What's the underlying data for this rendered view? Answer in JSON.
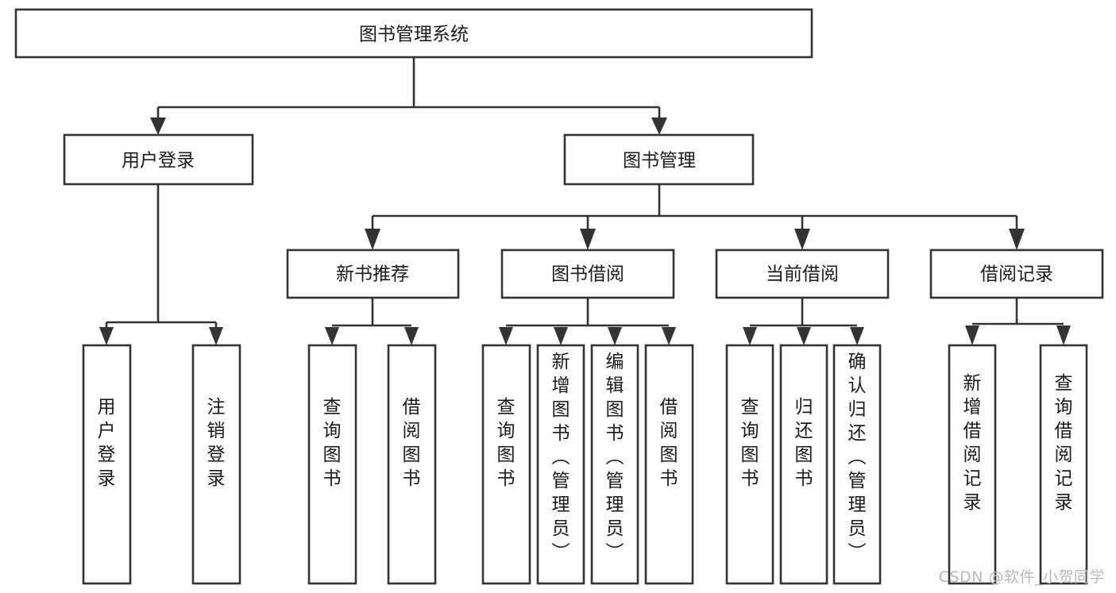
{
  "diagram": {
    "type": "tree",
    "title": "图书管理系统",
    "orientation": "top-down",
    "colors": {
      "stroke": "#333333",
      "fill": "#ffffff",
      "text": "#1a1a1a",
      "background": "#ffffff",
      "watermark": "#b9b9b9"
    },
    "root": {
      "label": "图书管理系统",
      "text_orientation": "horizontal"
    },
    "level2": [
      {
        "label": "用户登录",
        "text_orientation": "horizontal"
      },
      {
        "label": "图书管理",
        "text_orientation": "horizontal"
      }
    ],
    "level3": [
      {
        "label": "新书推荐",
        "text_orientation": "horizontal"
      },
      {
        "label": "图书借阅",
        "text_orientation": "horizontal"
      },
      {
        "label": "当前借阅",
        "text_orientation": "horizontal"
      },
      {
        "label": "借阅记录",
        "text_orientation": "horizontal"
      }
    ],
    "leaves": {
      "user_login": [
        {
          "label": "用户登录",
          "text_orientation": "vertical"
        },
        {
          "label": "注销登录",
          "text_orientation": "vertical"
        }
      ],
      "new_book_recommend": [
        {
          "label": "查询图书",
          "text_orientation": "vertical"
        },
        {
          "label": "借阅图书",
          "text_orientation": "vertical"
        }
      ],
      "book_borrow": [
        {
          "label": "查询图书",
          "text_orientation": "vertical"
        },
        {
          "label": "新增图书（管理员）",
          "text_orientation": "vertical"
        },
        {
          "label": "编辑图书（管理员）",
          "text_orientation": "vertical"
        },
        {
          "label": "借阅图书",
          "text_orientation": "vertical"
        }
      ],
      "current_borrow": [
        {
          "label": "查询图书",
          "text_orientation": "vertical"
        },
        {
          "label": "归还图书",
          "text_orientation": "vertical"
        },
        {
          "label": "确认归还（管理员）",
          "text_orientation": "vertical"
        }
      ],
      "borrow_record": [
        {
          "label": "新增借阅记录",
          "text_orientation": "vertical"
        },
        {
          "label": "查询借阅记录",
          "text_orientation": "vertical"
        }
      ]
    }
  },
  "watermark": {
    "text": "CSDN @软件_小贺同学"
  }
}
